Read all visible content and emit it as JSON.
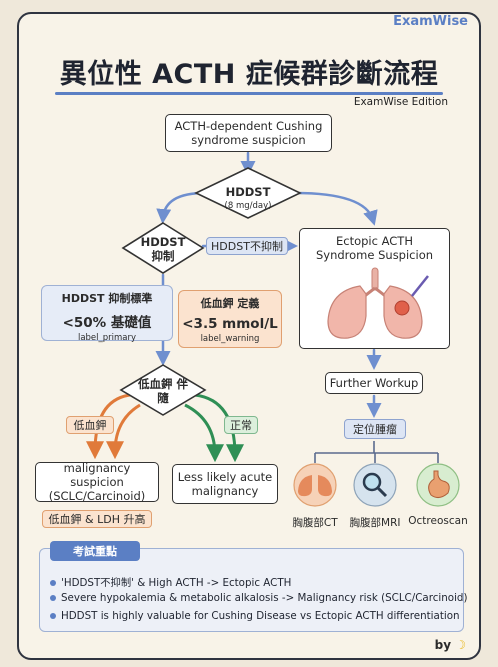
{
  "brand": "ExamWise",
  "title": "異位性 ACTH 症候群診斷流程",
  "edition": "ExamWise Edition",
  "start_box": "ACTH-dependent Cushing syndrome suspicion",
  "hddst_diamond": {
    "label": "HDDST",
    "sub": "(8 mg/day)"
  },
  "hddst_suppressed": "HDDST 抑制",
  "hddst_not_suppressed": "HDDST不抑制",
  "ectopic_box": "Ectopic ACTH Syndrome Suspicion",
  "hddst_criteria": {
    "heading": "HDDST 抑制標準",
    "value": "<50% 基礎值",
    "label": "label_primary"
  },
  "hypok_def": {
    "heading": "低血鉀 定義",
    "value": "<3.5 mmol/L",
    "label": "label_warning"
  },
  "hypok_diamond": "低血鉀 伴隨",
  "low_k_pill": "低血鉀",
  "normal_pill": "正常",
  "malignancy_box": "malignancy suspicion (SCLC/Carcinoid)",
  "less_likely_box": "Less likely acute malignancy",
  "ldh_pill": "低血鉀 & LDH 升高",
  "workup_box": "Further Workup",
  "localize_pill": "定位腫瘤",
  "imaging": [
    {
      "label": "胸腹部CT",
      "icon": "lungs-icon"
    },
    {
      "label": "胸腹部MRI",
      "icon": "magnifier-icon"
    },
    {
      "label": "Octreoscan",
      "icon": "stomach-icon"
    }
  ],
  "notes_title": "考試重點",
  "notes": [
    "'HDDST不抑制' & High ACTH -> Ectopic ACTH",
    "Severe hypokalemia & metabolic alkalosis -> Malignancy risk (SCLC/Carcinoid)",
    "HDDST is highly valuable for Cushing Disease vs Ectopic ACTH differentiation"
  ],
  "byline": "by",
  "colors": {
    "accent_blue": "#5b7fc4",
    "orange": "#e07a3a",
    "green": "#2f8f55",
    "orange_fill": "#fbe3cf",
    "green_fill": "#dcefdc",
    "blue_fill": "#dde5f4"
  }
}
